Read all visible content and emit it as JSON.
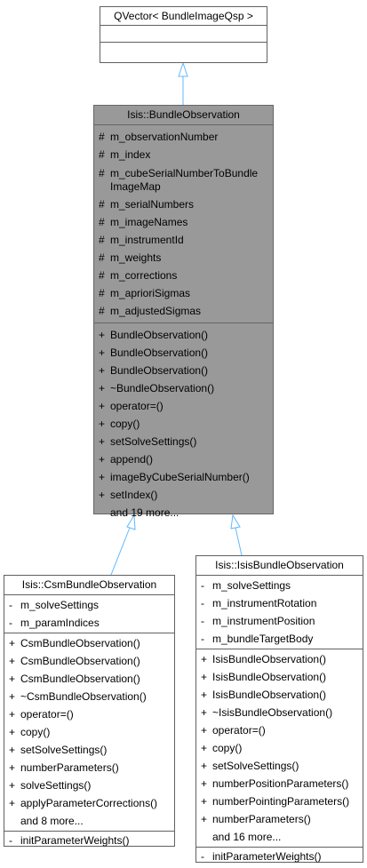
{
  "template_class": {
    "title": "QVector< BundleImageQsp >"
  },
  "main_class": {
    "title": "Isis::BundleObservation",
    "attributes": [
      {
        "sym": "#",
        "name": "m_observationNumber"
      },
      {
        "sym": "#",
        "name": "m_index"
      },
      {
        "sym": "#",
        "name": "m_cubeSerialNumberToBundle\nImageMap"
      },
      {
        "sym": "#",
        "name": "m_serialNumbers"
      },
      {
        "sym": "#",
        "name": "m_imageNames"
      },
      {
        "sym": "#",
        "name": "m_instrumentId"
      },
      {
        "sym": "#",
        "name": "m_weights"
      },
      {
        "sym": "#",
        "name": "m_corrections"
      },
      {
        "sym": "#",
        "name": "m_aprioriSigmas"
      },
      {
        "sym": "#",
        "name": "m_adjustedSigmas"
      }
    ],
    "methods": [
      {
        "sym": "+",
        "name": "BundleObservation()"
      },
      {
        "sym": "+",
        "name": "BundleObservation()"
      },
      {
        "sym": "+",
        "name": "BundleObservation()"
      },
      {
        "sym": "+",
        "name": "~BundleObservation()"
      },
      {
        "sym": "+",
        "name": "operator=()"
      },
      {
        "sym": "+",
        "name": "copy()"
      },
      {
        "sym": "+",
        "name": "setSolveSettings()"
      },
      {
        "sym": "+",
        "name": "append()"
      },
      {
        "sym": "+",
        "name": "imageByCubeSerialNumber()"
      },
      {
        "sym": "+",
        "name": "setIndex()"
      },
      {
        "sym": "",
        "name": "and 19 more..."
      }
    ]
  },
  "csm_class": {
    "title": "Isis::CsmBundleObservation",
    "attributes": [
      {
        "sym": "-",
        "name": "m_solveSettings"
      },
      {
        "sym": "-",
        "name": "m_paramIndices"
      }
    ],
    "methods": [
      {
        "sym": "+",
        "name": "CsmBundleObservation()"
      },
      {
        "sym": "+",
        "name": "CsmBundleObservation()"
      },
      {
        "sym": "+",
        "name": "CsmBundleObservation()"
      },
      {
        "sym": "+",
        "name": "~CsmBundleObservation()"
      },
      {
        "sym": "+",
        "name": "operator=()"
      },
      {
        "sym": "+",
        "name": "copy()"
      },
      {
        "sym": "+",
        "name": "setSolveSettings()"
      },
      {
        "sym": "+",
        "name": "numberParameters()"
      },
      {
        "sym": "+",
        "name": "solveSettings()"
      },
      {
        "sym": "+",
        "name": "applyParameterCorrections()"
      },
      {
        "sym": "",
        "name": "and 8 more..."
      }
    ],
    "private_methods": [
      {
        "sym": "-",
        "name": "initParameterWeights()"
      }
    ]
  },
  "isis_class": {
    "title": "Isis::IsisBundleObservation",
    "attributes": [
      {
        "sym": "-",
        "name": "m_solveSettings"
      },
      {
        "sym": "-",
        "name": "m_instrumentRotation"
      },
      {
        "sym": "-",
        "name": "m_instrumentPosition"
      },
      {
        "sym": "-",
        "name": "m_bundleTargetBody"
      }
    ],
    "methods": [
      {
        "sym": "+",
        "name": "IsisBundleObservation()"
      },
      {
        "sym": "+",
        "name": "IsisBundleObservation()"
      },
      {
        "sym": "+",
        "name": "IsisBundleObservation()"
      },
      {
        "sym": "+",
        "name": "~IsisBundleObservation()"
      },
      {
        "sym": "+",
        "name": "operator=()"
      },
      {
        "sym": "+",
        "name": "copy()"
      },
      {
        "sym": "+",
        "name": "setSolveSettings()"
      },
      {
        "sym": "+",
        "name": "numberPositionParameters()"
      },
      {
        "sym": "+",
        "name": "numberPointingParameters()"
      },
      {
        "sym": "+",
        "name": "numberParameters()"
      },
      {
        "sym": "",
        "name": "and 16 more..."
      }
    ],
    "private_methods": [
      {
        "sym": "-",
        "name": "initParameterWeights()"
      }
    ]
  },
  "colors": {
    "focus_fill": "#999999",
    "border": "#606060",
    "arrow": "#63b8ff"
  }
}
